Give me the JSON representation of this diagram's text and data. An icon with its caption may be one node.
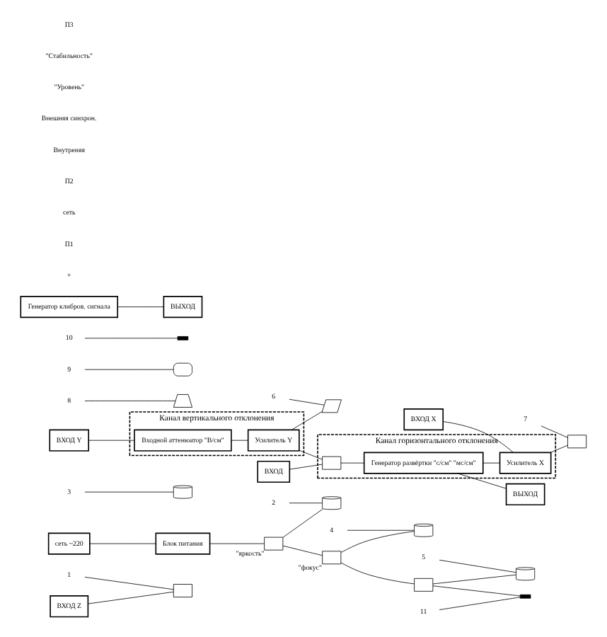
{
  "diagram": {
    "nodes": [
      {
        "text": [
          "1"
        ]
      },
      {
        "text": [
          "2"
        ]
      },
      {
        "text": [
          "3"
        ]
      },
      {
        "text": [
          "4"
        ]
      },
      {
        "text": [
          "5"
        ]
      },
      {
        "text": [
          "6"
        ]
      },
      {
        "text": [
          "7"
        ]
      },
      {
        "text": [
          "8"
        ]
      },
      {
        "text": [
          "9"
        ]
      },
      {
        "text": [
          "10"
        ]
      },
      {
        "text": [
          "11"
        ]
      },
      {
        "text": [],
        "shape": "box"
      },
      {
        "text": [],
        "shape": "cylinder"
      },
      {
        "text": [],
        "shape": "cylinder"
      },
      {
        "text": [],
        "shape": "cylinder"
      },
      {
        "text": [],
        "shape": "cylinder"
      },
      {
        "text": [],
        "shape": "parallelogram"
      },
      {
        "text": [],
        "shape": "box"
      },
      {
        "text": [],
        "shape": "trapezium"
      },
      {
        "text": [],
        "shape": "curve"
      },
      {
        "text": [],
        "shape": "bar"
      },
      {
        "text": [],
        "shape": "bar"
      },
      {
        "text": [
          "Блок питания"
        ]
      },
      {
        "text": [
          "Канал вертикального отклонения"
        ]
      },
      {
        "text": [
          "Входной аттенюатор \"В/см\""
        ],
        "in": 23
      },
      {
        "text": [
          "Усилитель Y"
        ],
        "in": 23
      },
      {
        "text": [
          "Канал горизонтального отклонения"
        ]
      },
      {
        "text": [
          "Генератор развёртки \"с/см\" \"мс/см\""
        ],
        "in": 26
      },
      {
        "text": [
          "Усилитель X"
        ],
        "in": 26
      },
      {
        "text": [
          "Генератор клибров. сигнала"
        ]
      },
      {
        "text": [],
        "shape": "box",
        "beside": [
          "\"яркость\""
        ]
      },
      {
        "text": [],
        "shape": "box",
        "beside": [
          "\"фокус\""
        ]
      },
      {
        "text": [],
        "shape": "box"
      },
      {
        "text": [],
        "shape": "box",
        "in": 26
      },
      {
        "text": [
          "ВХОД Z"
        ]
      },
      {
        "text": [
          "ВХОД Y"
        ]
      },
      {
        "text": [
          "ВХОД"
        ]
      },
      {
        "text": [
          "ВХОД X"
        ]
      },
      {
        "text": [
          "ВЫХОД"
        ]
      },
      {
        "text": [
          "ВЫХОД"
        ]
      },
      {
        "text": [
          "сеть ~220"
        ]
      }
    ],
    "edges": [
      {
        "from": 0,
        "to": 11,
        "arrow": "none"
      },
      {
        "from": 1,
        "to": 12,
        "arrow": "none"
      },
      {
        "from": 2,
        "to": 13,
        "arrow": "none"
      },
      {
        "from": 3,
        "to": 14,
        "arrow": "none"
      },
      {
        "from": 4,
        "to": 15,
        "arrow": "none"
      },
      {
        "from": 5,
        "to": 16,
        "arrow": "none"
      },
      {
        "from": 6,
        "to": 17,
        "arrow": "none"
      },
      {
        "from": 7,
        "to": 18,
        "arrow": "none"
      },
      {
        "from": 8,
        "to": 19,
        "arrow": "none"
      },
      {
        "from": 9,
        "to": 20,
        "arrow": "none"
      },
      {
        "from": 10,
        "to": 21,
        "arrow": "none"
      },
      {
        "from": 34,
        "to": 11,
        "arrow": "none"
      },
      {
        "from": 30,
        "to": 12,
        "arrow": "none"
      },
      {
        "from": 31,
        "to": 14,
        "arrow": "none"
      },
      {
        "from": 32,
        "to": 15,
        "arrow": "none"
      },
      {
        "from": 32,
        "to": 21,
        "arrow": "none"
      },
      {
        "from": 22,
        "to": 30,
        "arrow": "none"
      },
      {
        "from": 30,
        "to": 31,
        "arrow": "none"
      },
      {
        "from": 31,
        "to": 32,
        "arrow": "none"
      },
      {
        "from": 40,
        "to": 22,
        "arrow": "none"
      },
      {
        "from": 35,
        "to": 24,
        "arrow": "none"
      },
      {
        "from": 24,
        "to": 25,
        "arrow": "none"
      },
      {
        "from": 25,
        "to": 16,
        "arrow": "none"
      },
      {
        "from": 25,
        "to": 33,
        "arrow": "none"
      },
      {
        "from": 36,
        "to": 33,
        "arrow": "none"
      },
      {
        "from": 33,
        "to": 27,
        "arrow": "none"
      },
      {
        "from": 27,
        "to": 28,
        "arrow": "none"
      },
      {
        "from": 37,
        "to": 28,
        "arrow": "none"
      },
      {
        "from": 28,
        "to": 17,
        "arrow": "none"
      },
      {
        "from": 27,
        "to": 39,
        "arrow": "none"
      },
      {
        "from": 29,
        "to": 38,
        "arrow": "none"
      }
    ],
    "labels": [
      "+",
      "П1",
      "сеть",
      "П2",
      "Внутреняя",
      "Внешняя синхрон.",
      "\"Уровень\"",
      "\"Стабильность\"",
      "П3"
    ]
  }
}
